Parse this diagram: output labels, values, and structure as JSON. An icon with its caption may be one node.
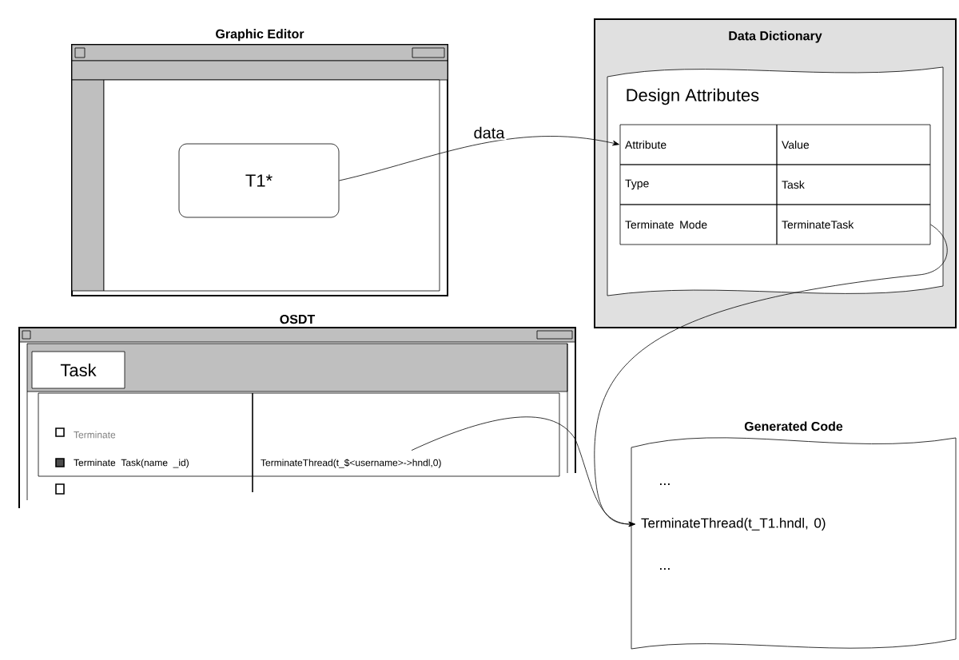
{
  "diagram": {
    "nodes": [
      {
        "text": [
          "Graphic Editor"
        ]
      },
      {
        "text": [
          "T1*"
        ],
        "in": 0
      },
      {
        "text": [
          "Data Dictionary"
        ]
      },
      {
        "text": [
          "Design Attributes"
        ],
        "in": 2
      },
      {
        "text": [
          "Attribute"
        ],
        "in": 3
      },
      {
        "text": [
          "Value"
        ],
        "in": 3
      },
      {
        "text": [
          "Type"
        ],
        "in": 3
      },
      {
        "text": [
          "Task"
        ],
        "in": 3
      },
      {
        "text": [
          "Terminate Mode"
        ],
        "in": 3
      },
      {
        "text": [
          "TerminateTask"
        ],
        "in": 3
      },
      {
        "text": [
          "OSDT"
        ]
      },
      {
        "text": [
          "Task"
        ],
        "in": 10
      },
      {
        "text": [
          "Terminate"
        ],
        "in": 10
      },
      {
        "text": [
          "Terminate Task(name _id)"
        ],
        "in": 10
      },
      {
        "text": [
          "TerminateThread(t_$<username>->hndl,0)"
        ],
        "in": 10
      },
      {
        "text": [
          "Generated Code"
        ]
      },
      {
        "text": [
          "TerminateThread(t_T1.hndl, 0)"
        ],
        "in": 15
      }
    ],
    "edges": [
      {
        "from": 1,
        "to": 4,
        "arrow": "to",
        "label": "data"
      },
      {
        "from": 9,
        "to": 16,
        "arrow": "to"
      },
      {
        "from": 14,
        "to": 16,
        "arrow": "to"
      }
    ],
    "labels": [
      "...",
      "..."
    ]
  }
}
